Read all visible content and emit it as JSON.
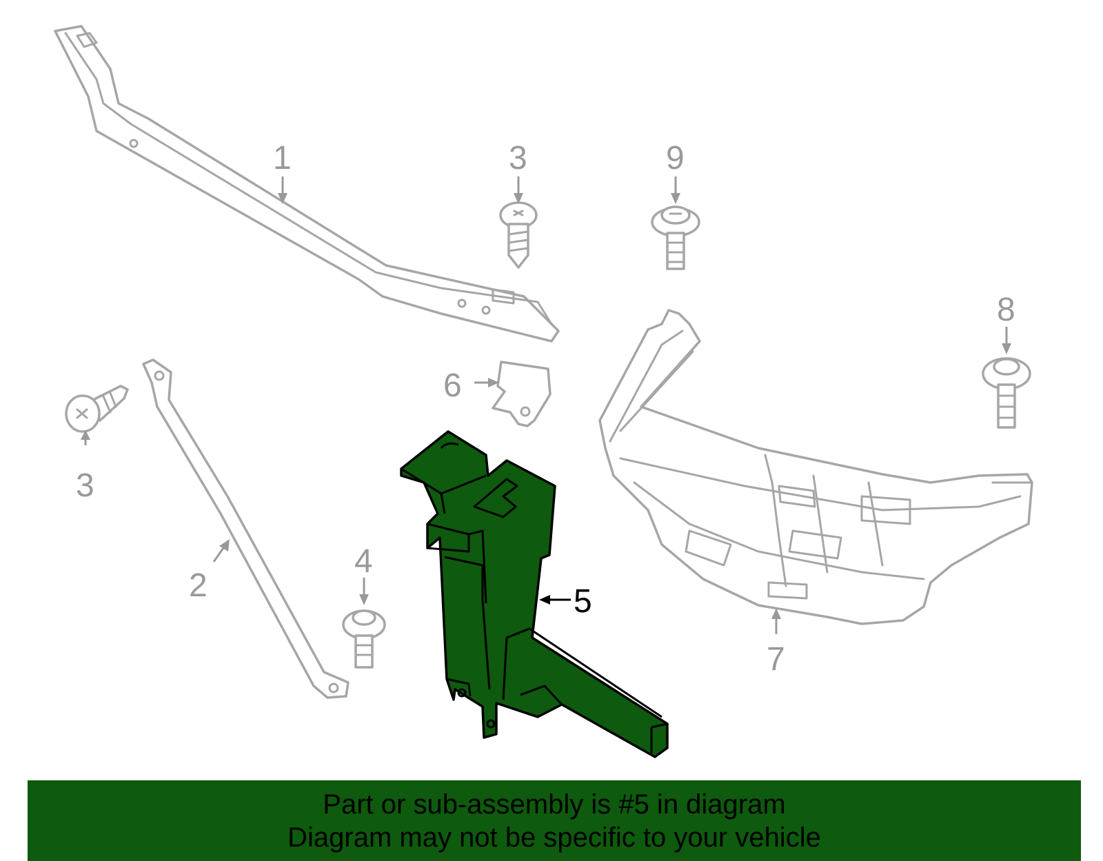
{
  "callouts": {
    "c1": "1",
    "c2": "2",
    "c3a": "3",
    "c3b": "3",
    "c4": "4",
    "c5": "5",
    "c6": "6",
    "c7": "7",
    "c8": "8",
    "c9": "9"
  },
  "highlighted_part": "5",
  "colors": {
    "highlight": "#0e5a0e",
    "ghost_outline": "#a6a6a6",
    "callout_grey": "#999999"
  },
  "banner": {
    "line1": "Part or sub-assembly is #5 in diagram",
    "line2": "Diagram may not be specific to your vehicle"
  }
}
